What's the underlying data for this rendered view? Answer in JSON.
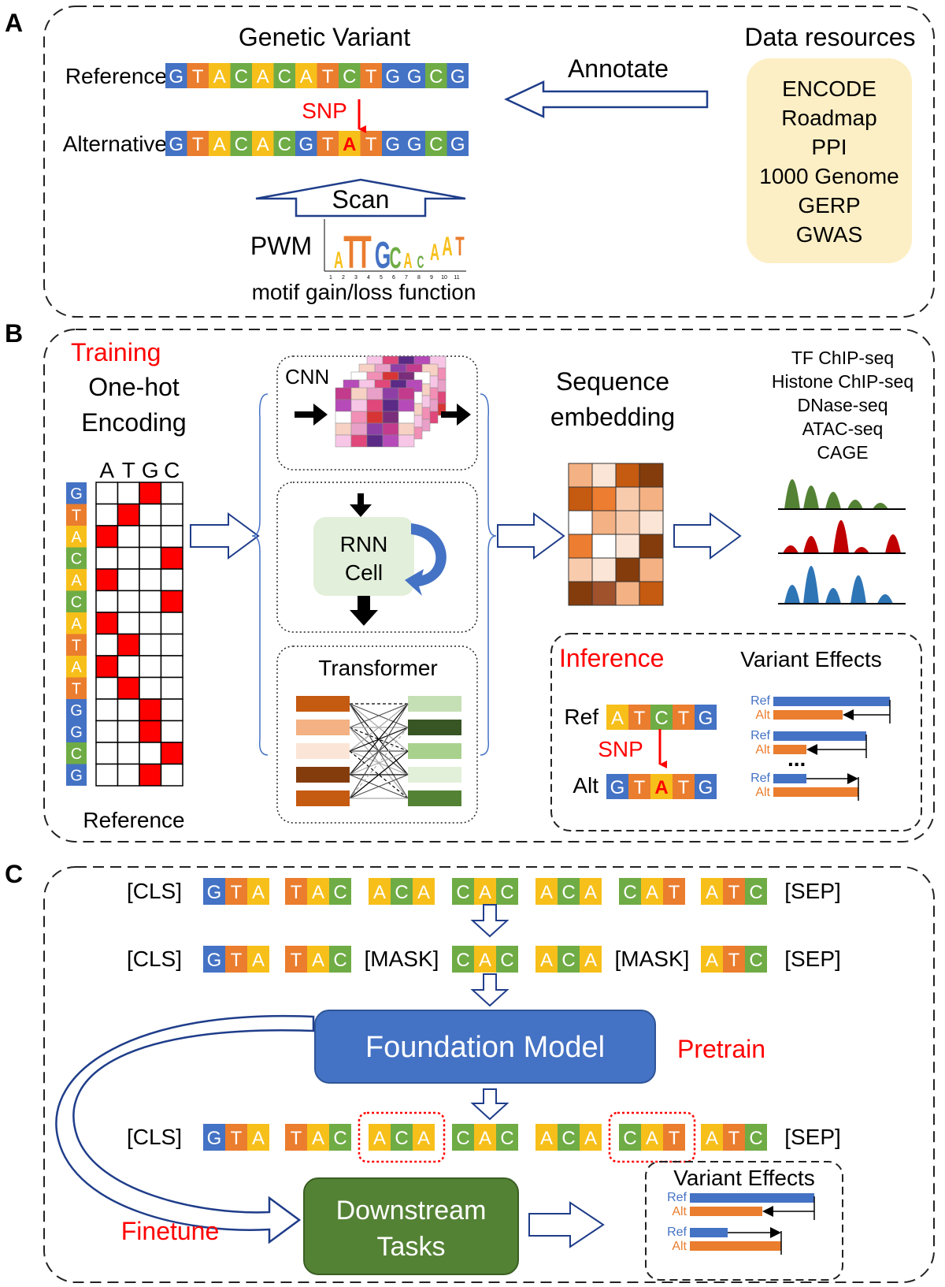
{
  "colors": {
    "A": "#f7bf1a",
    "T": "#ea7d2e",
    "C": "#6fac45",
    "G": "#4472c4",
    "red": "#ff0000",
    "navy": "#1f3d8a"
  },
  "panels": {
    "a": "A",
    "b": "B",
    "c": "C"
  },
  "panel_a": {
    "title": "Genetic Variant",
    "ref_label": "Reference",
    "ref_seq": "GTACACATCTGGCG",
    "alt_label": "Alternative",
    "alt_seq": "GTACACGTATGGCG",
    "alt_highlight_index": 8,
    "snp": "SNP",
    "scan": "Scan",
    "pwm": "PWM",
    "pwm_ticks": [
      "1",
      "2",
      "3",
      "4",
      "5",
      "6",
      "7",
      "8",
      "9",
      "10",
      "11"
    ],
    "pwm_letters": [
      "A",
      "T",
      "T",
      "G",
      "C",
      "A",
      "C",
      "A",
      "A",
      "T"
    ],
    "motif_caption": "motif gain/loss function",
    "annotate": "Annotate",
    "resources_title": "Data resources",
    "resources": [
      "ENCODE",
      "Roadmap",
      "PPI",
      "1000 Genome",
      "GERP",
      "GWAS"
    ]
  },
  "panel_b": {
    "training": "Training",
    "onehot_line1": "One-hot",
    "onehot_line2": "Encoding",
    "columns": [
      "A",
      "T",
      "G",
      "C"
    ],
    "sequence": [
      "G",
      "T",
      "A",
      "C",
      "A",
      "C",
      "A",
      "T",
      "A",
      "T",
      "G",
      "G",
      "C",
      "G"
    ],
    "reference": "Reference",
    "cnn": "CNN",
    "rnn_line1": "RNN",
    "rnn_line2": "Cell",
    "transformer": "Transformer",
    "embed_line1": "Sequence",
    "embed_line2": "embedding",
    "assays": [
      "TF ChIP-seq",
      "Histone ChIP-seq",
      "DNase-seq",
      "ATAC-seq",
      "CAGE"
    ],
    "inference": "Inference",
    "variant_effects": "Variant Effects",
    "ref_short": "Ref",
    "alt_short": "Alt",
    "inf_ref_seq": "ATCTG",
    "inf_alt_seq": "GTATG",
    "inf_alt_highlight_index": 2,
    "snp": "SNP",
    "ellipsis": "..."
  },
  "panel_c": {
    "cls": "[CLS]",
    "sep": "[SEP]",
    "mask": "[MASK]",
    "kmers": [
      "GTA",
      "TAC",
      "ACA",
      "CAC",
      "ACA",
      "CAT",
      "ATC"
    ],
    "masked_positions": [
      2,
      5
    ],
    "foundation_model": "Foundation Model",
    "pretrain": "Pretrain",
    "finetune": "Finetune",
    "downstream_line1": "Downstream",
    "downstream_line2": "Tasks",
    "variant_effects": "Variant Effects",
    "ref_short": "Ref",
    "alt_short": "Alt"
  }
}
